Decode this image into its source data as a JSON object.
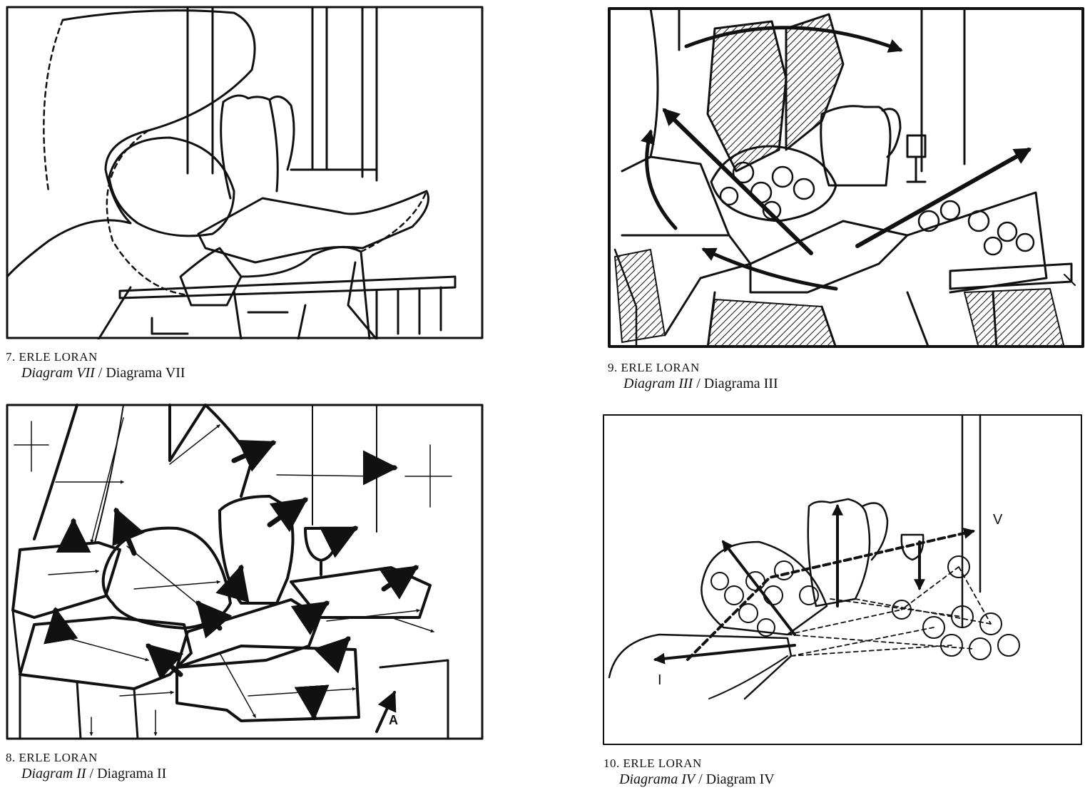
{
  "figures": [
    {
      "number": "7.",
      "artist": "ERLE LORAN",
      "title_en": "Diagram VII",
      "separator": " / ",
      "title_es": "Diagrama VII"
    },
    {
      "number": "9.",
      "artist": "ERLE LORAN",
      "title_en": "Diagram III",
      "separator": " / ",
      "title_es": "Diagrama III"
    },
    {
      "number": "8.",
      "artist": "ERLE LORAN",
      "title_en": "Diagram II",
      "separator": " / ",
      "title_es": "Diagrama II"
    },
    {
      "number": "10.",
      "artist": "ERLE LORAN",
      "title_en": "Diagrama IV",
      "separator": " / ",
      "title_es": "Diagram IV"
    }
  ],
  "figure_labels": {
    "fig8_marker": "A",
    "fig10_marker_left": "I",
    "fig10_marker_right": "V"
  }
}
